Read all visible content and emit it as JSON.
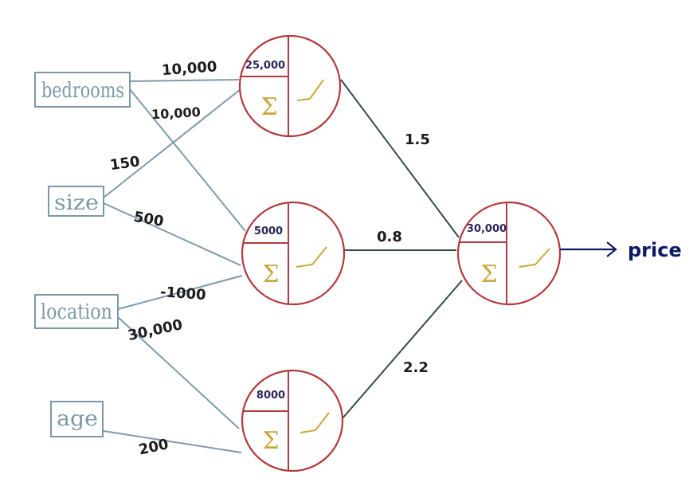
{
  "diagram": {
    "inputs": [
      {
        "id": "bedrooms",
        "label": "bedrooms"
      },
      {
        "id": "size",
        "label": "size"
      },
      {
        "id": "location",
        "label": "location"
      },
      {
        "id": "age",
        "label": "age"
      }
    ],
    "hidden_nodes": [
      {
        "id": "h1",
        "bias": "25,000"
      },
      {
        "id": "h2",
        "bias": "5000"
      },
      {
        "id": "h3",
        "bias": "8000"
      }
    ],
    "output_node": {
      "id": "out",
      "bias": "30,000"
    },
    "output_label": "price",
    "sigma_symbol": "Σ",
    "weights_in": [
      {
        "from": "bedrooms",
        "to": "h1",
        "label": "10,000"
      },
      {
        "from": "bedrooms",
        "to": "h2",
        "label": "10,000"
      },
      {
        "from": "size",
        "to": "h1",
        "label": "150"
      },
      {
        "from": "size",
        "to": "h2",
        "label": "500"
      },
      {
        "from": "location",
        "to": "h2",
        "label": "-1000"
      },
      {
        "from": "location",
        "to": "h3",
        "label": "30,000"
      },
      {
        "from": "age",
        "to": "h3",
        "label": "200"
      }
    ],
    "weights_out": [
      {
        "from": "h1",
        "label": "1.5"
      },
      {
        "from": "h2",
        "label": "0.8"
      },
      {
        "from": "h3",
        "label": "2.2"
      }
    ],
    "colors": {
      "input_box": "#7c98a8",
      "input_edge": "#7f9aaa",
      "neuron": "#b23a3e",
      "output_edge": "#364a4c",
      "sigma": "#c9a83a",
      "arrow": "#0d1a63"
    }
  }
}
